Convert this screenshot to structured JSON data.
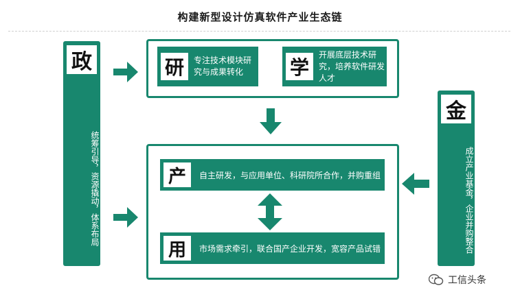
{
  "title": "构建新型设计仿真软件产业生态链",
  "left_pillar": {
    "char": "政",
    "text": "统筹引导，资源撬动，体系布局"
  },
  "right_pillar": {
    "char": "金",
    "text": "成立产业基金，企业并购整合"
  },
  "research": {
    "char": "研",
    "text": "专注技术模块研究与成果转化"
  },
  "study": {
    "char": "学",
    "text": "开展底层技术研究，培养软件研发人才"
  },
  "industry": {
    "char": "产",
    "text": "自主研发，与应用单位、科研院所合作，并购重组"
  },
  "application": {
    "char": "用",
    "text": "市场需求牵引，联合国产企业开发，宽容产品试错"
  },
  "watermark": "工信头条",
  "colors": {
    "accent": "#18876e"
  }
}
